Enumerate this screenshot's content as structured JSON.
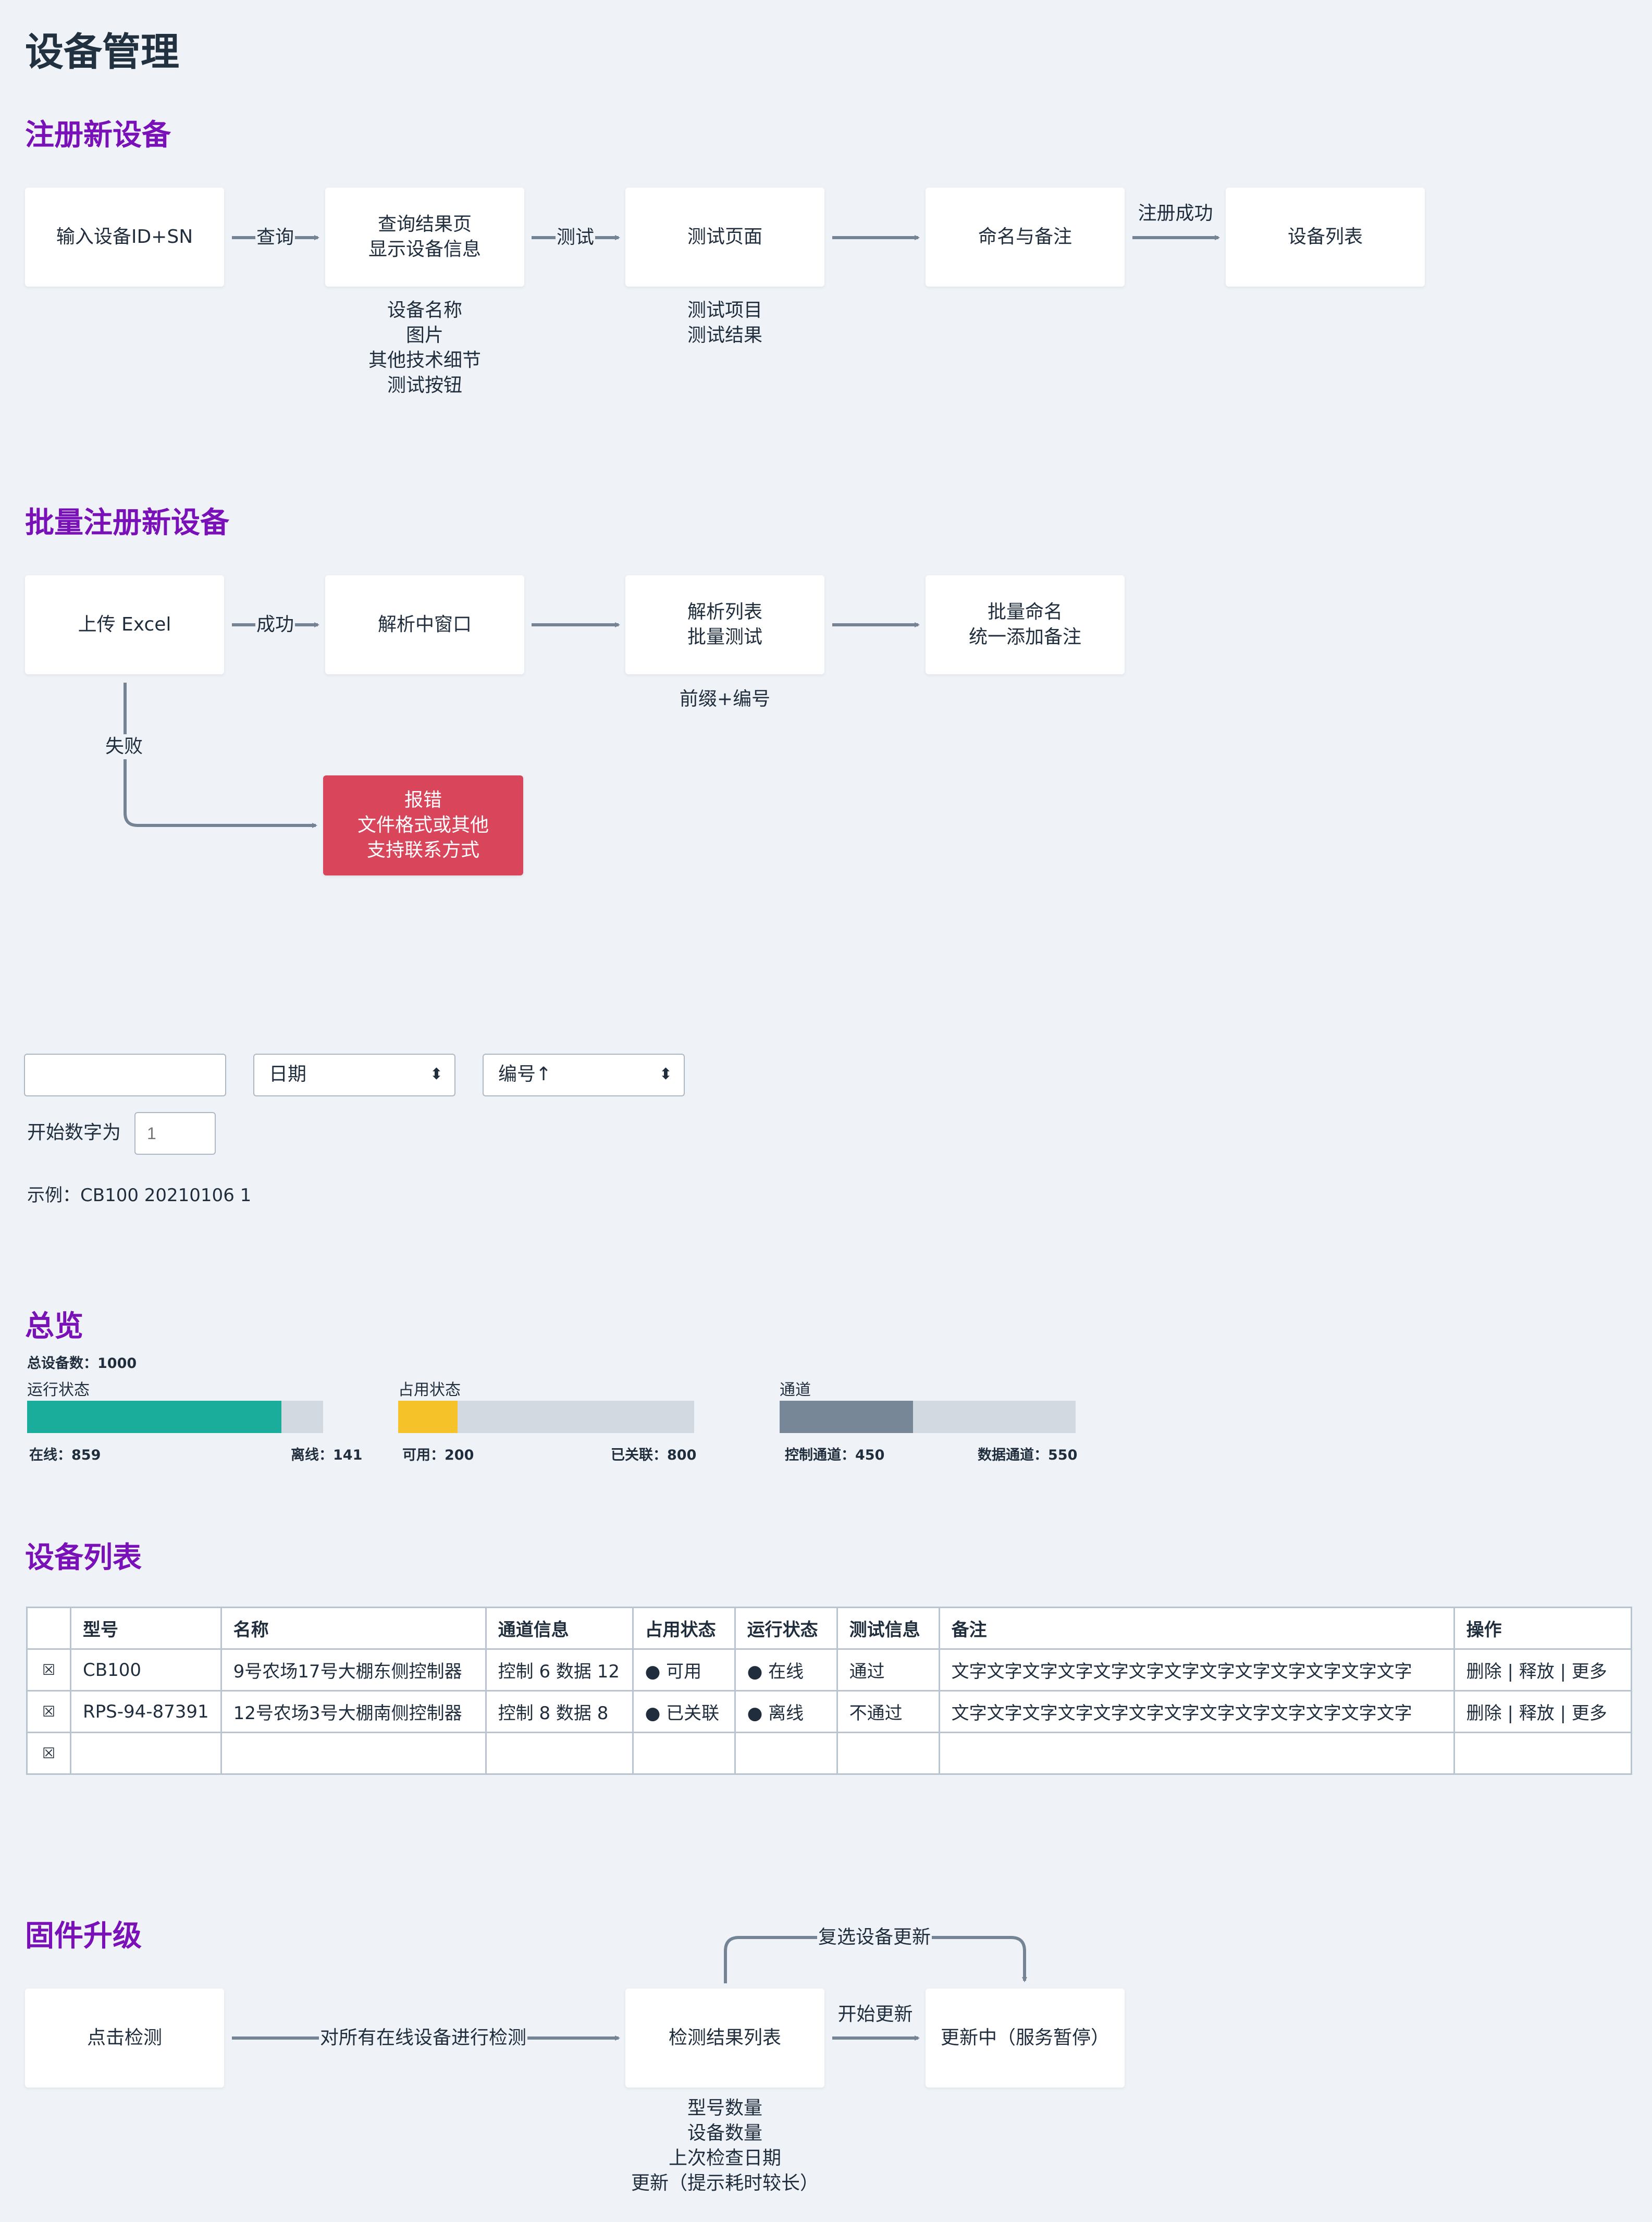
{
  "page_title": "设备管理",
  "register": {
    "title": "注册新设备",
    "steps": [
      {
        "lines": [
          "输入设备ID+SN"
        ]
      },
      {
        "lines": [
          "查询结果页",
          "显示设备信息"
        ]
      },
      {
        "lines": [
          "测试页面"
        ]
      },
      {
        "lines": [
          "命名与备注"
        ]
      },
      {
        "lines": [
          "设备列表"
        ]
      }
    ],
    "edges": [
      "查询",
      "测试",
      "",
      "注册成功"
    ],
    "notes": {
      "query_result": [
        "设备名称",
        "图片",
        "其他技术细节",
        "测试按钮"
      ],
      "test_page": [
        "测试项目",
        "测试结果"
      ]
    }
  },
  "batch": {
    "title": "批量注册新设备",
    "steps": [
      {
        "lines": [
          "上传 Excel"
        ]
      },
      {
        "lines": [
          "解析中窗口"
        ]
      },
      {
        "lines": [
          "解析列表",
          "批量测试"
        ]
      },
      {
        "lines": [
          "批量命名",
          "统一添加备注"
        ]
      }
    ],
    "edges": [
      "成功",
      "",
      ""
    ],
    "fail_label": "失败",
    "error_box": [
      "报错",
      "文件格式或其他",
      "支持联系方式"
    ],
    "note_parse_list": "前缀+编号"
  },
  "naming_form": {
    "prefix_value": "",
    "date_select": "日期",
    "number_select": "编号↑",
    "start_label": "开始数字为",
    "start_placeholder": "1",
    "example": "示例：CB100 20210106 1"
  },
  "overview": {
    "title": "总览",
    "total_label": "总设备数：1000",
    "bars": [
      {
        "title": "运行状态",
        "fraction": 0.859,
        "color": "#1aad9b",
        "left_label": "在线：859",
        "right_label": "离线：141"
      },
      {
        "title": "占用状态",
        "fraction": 0.2,
        "color": "#f6c229",
        "left_label": "可用：200",
        "right_label": "已关联：800"
      },
      {
        "title": "通道",
        "fraction": 0.45,
        "color": "#778797",
        "left_label": "控制通道：450",
        "right_label": "数据通道：550"
      }
    ]
  },
  "device_list": {
    "title": "设备列表",
    "columns": [
      "",
      "型号",
      "名称",
      "通道信息",
      "占用状态",
      "运行状态",
      "测试信息",
      "备注",
      "操作"
    ],
    "rows": [
      [
        "☒",
        "CB100",
        "9号农场17号大棚东侧控制器",
        "控制 6 数据 12",
        "● 可用",
        "● 在线",
        "通过",
        "文字文字文字文字文字文字文字文字文字文字文字文字文字",
        "删除 | 释放 | 更多"
      ],
      [
        "☒",
        "RPS-94-87391",
        "12号农场3号大棚南侧控制器",
        "控制 8 数据 8",
        "● 已关联",
        "● 离线",
        "不通过",
        "文字文字文字文字文字文字文字文字文字文字文字文字文字",
        "删除 | 释放 | 更多"
      ],
      [
        "☒",
        "",
        "",
        "",
        "",
        "",
        "",
        "",
        ""
      ]
    ]
  },
  "firmware": {
    "title": "固件升级",
    "steps": [
      {
        "lines": [
          "点击检测"
        ]
      },
      {
        "lines": [
          "检测结果列表"
        ]
      },
      {
        "lines": [
          "更新中（服务暂停）"
        ]
      }
    ],
    "edges": [
      "对所有在线设备进行检测",
      "开始更新"
    ],
    "loop_label": "复选设备更新",
    "notes": [
      "型号数量",
      "设备数量",
      "上次检查日期",
      "更新（提示耗时较长）"
    ]
  }
}
